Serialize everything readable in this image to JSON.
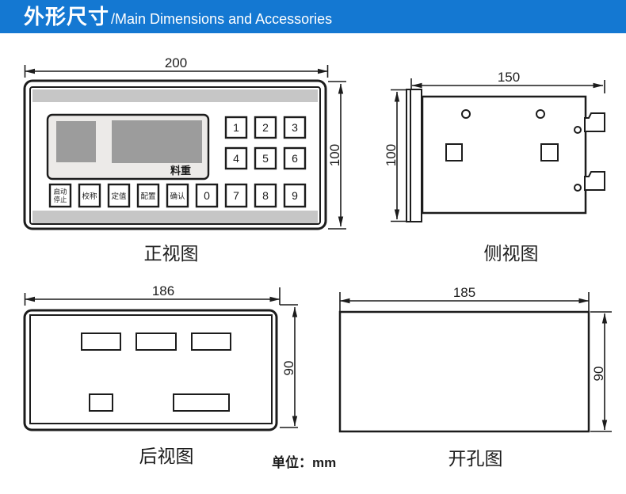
{
  "colors": {
    "header_bg": "#1478d2",
    "header_text": "#ffffff",
    "line": "#1c1c1c",
    "strip_gray": "#c6c6c6",
    "screen_gray": "#9c9c9c",
    "panel_bg": "#eceae8"
  },
  "header": {
    "title_zh": "外形尺寸",
    "title_en": "/Main Dimensions and Accessories"
  },
  "front_view": {
    "label": "正视图",
    "dim_width": "200",
    "dim_height": "100",
    "display_label": "料重",
    "fn_keys": [
      {
        "line1": "启动",
        "line2": "停止"
      },
      {
        "line1": "校称"
      },
      {
        "line1": "定值"
      },
      {
        "line1": "配置"
      },
      {
        "line1": "确认"
      }
    ],
    "digit_keys": {
      "k1": "1",
      "k2": "2",
      "k3": "3",
      "k4": "4",
      "k5": "5",
      "k6": "6",
      "k7": "7",
      "k8": "8",
      "k9": "9",
      "k0": "0"
    }
  },
  "side_view": {
    "label": "侧视图",
    "dim_width": "150",
    "dim_height": "100"
  },
  "rear_view": {
    "label": "后视图",
    "dim_width": "186",
    "dim_height": "90"
  },
  "cutout_view": {
    "label": "开孔图",
    "dim_width": "185",
    "dim_height": "90"
  },
  "unit_note": "单位：mm"
}
